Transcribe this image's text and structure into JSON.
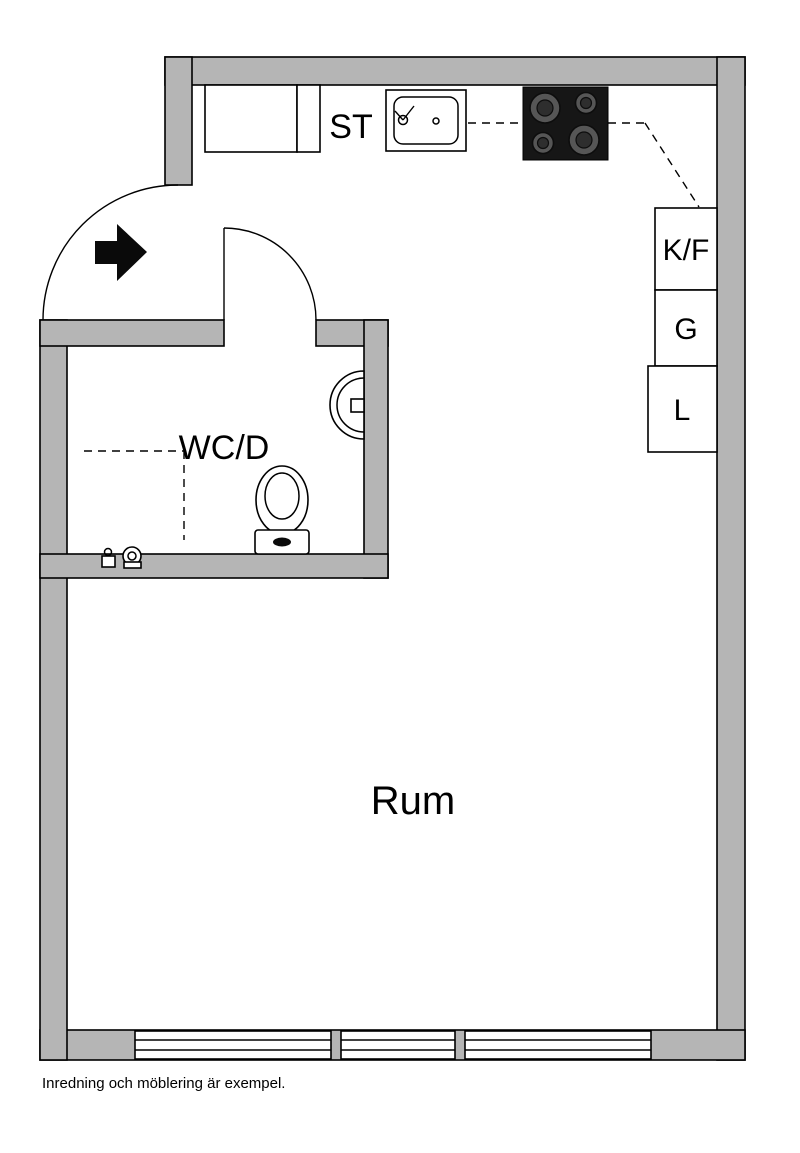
{
  "floorplan": {
    "rooms": {
      "main": "Rum",
      "bathroom": "WC/D"
    },
    "kitchen": {
      "cleaning_cabinet": "ST"
    },
    "storage": {
      "fridge_freezer": "K/F",
      "wardrobe": "G",
      "linen": "L"
    },
    "caption": "Inredning och möblering är exempel."
  },
  "colors": {
    "background": "#ffffff",
    "wall_fill": "#b5b5b5",
    "outline": "#000000",
    "stove_fill": "#161616"
  }
}
